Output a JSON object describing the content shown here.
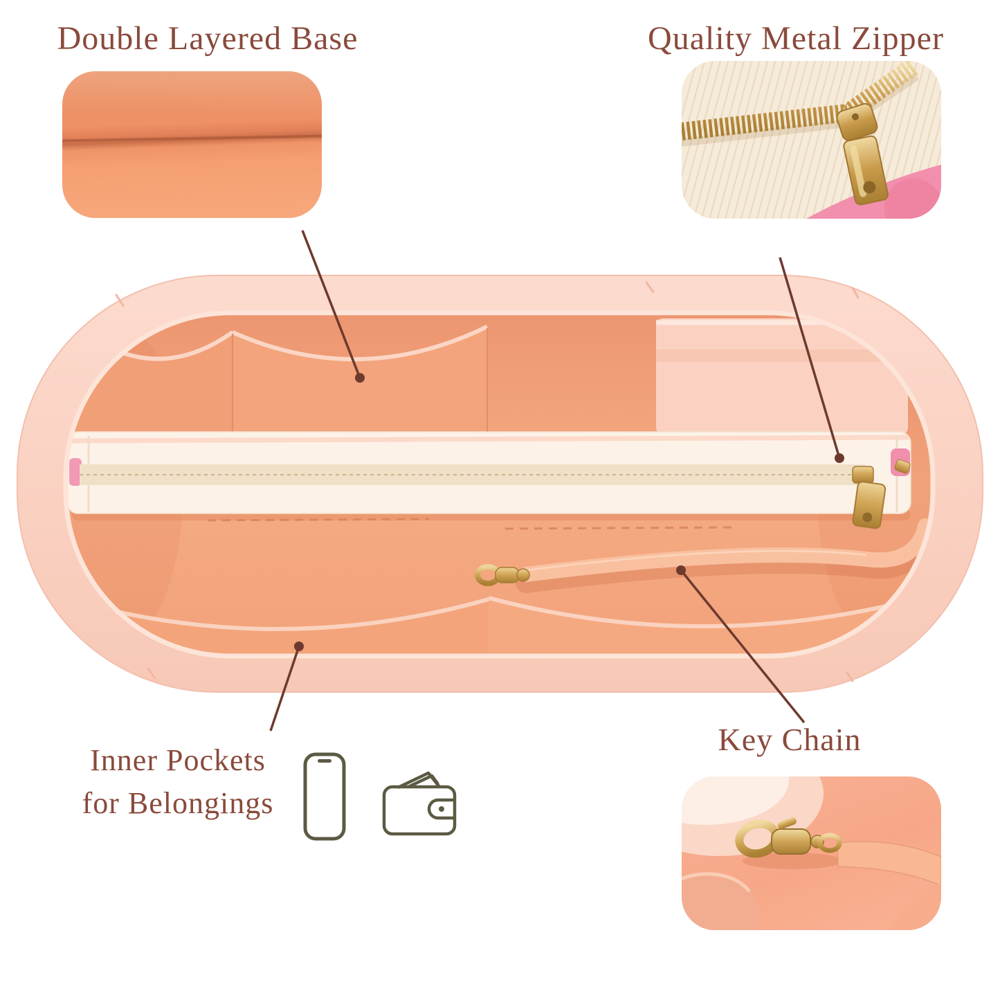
{
  "callouts": {
    "double_layered_base": {
      "label": "Double Layered Base"
    },
    "quality_metal_zipper": {
      "label": "Quality Metal Zipper"
    },
    "inner_pockets": {
      "line1": "Inner Pockets",
      "line2": "for Belongings"
    },
    "key_chain": {
      "label": "Key Chain"
    }
  },
  "icons": {
    "phone": "phone-icon",
    "wallet": "wallet-icon"
  },
  "colors": {
    "label_text": "#8a4a3c",
    "leader_line": "#6e3a2e",
    "bag_shell_pink": "#fbd4c5",
    "bag_interior_peach": "#f5a87f",
    "zipper_pouch_cream": "#fdf2e8",
    "metal_gold": "#cfa456",
    "fuzz_pink": "#f18fad",
    "icon_olive": "#5c5a43"
  }
}
